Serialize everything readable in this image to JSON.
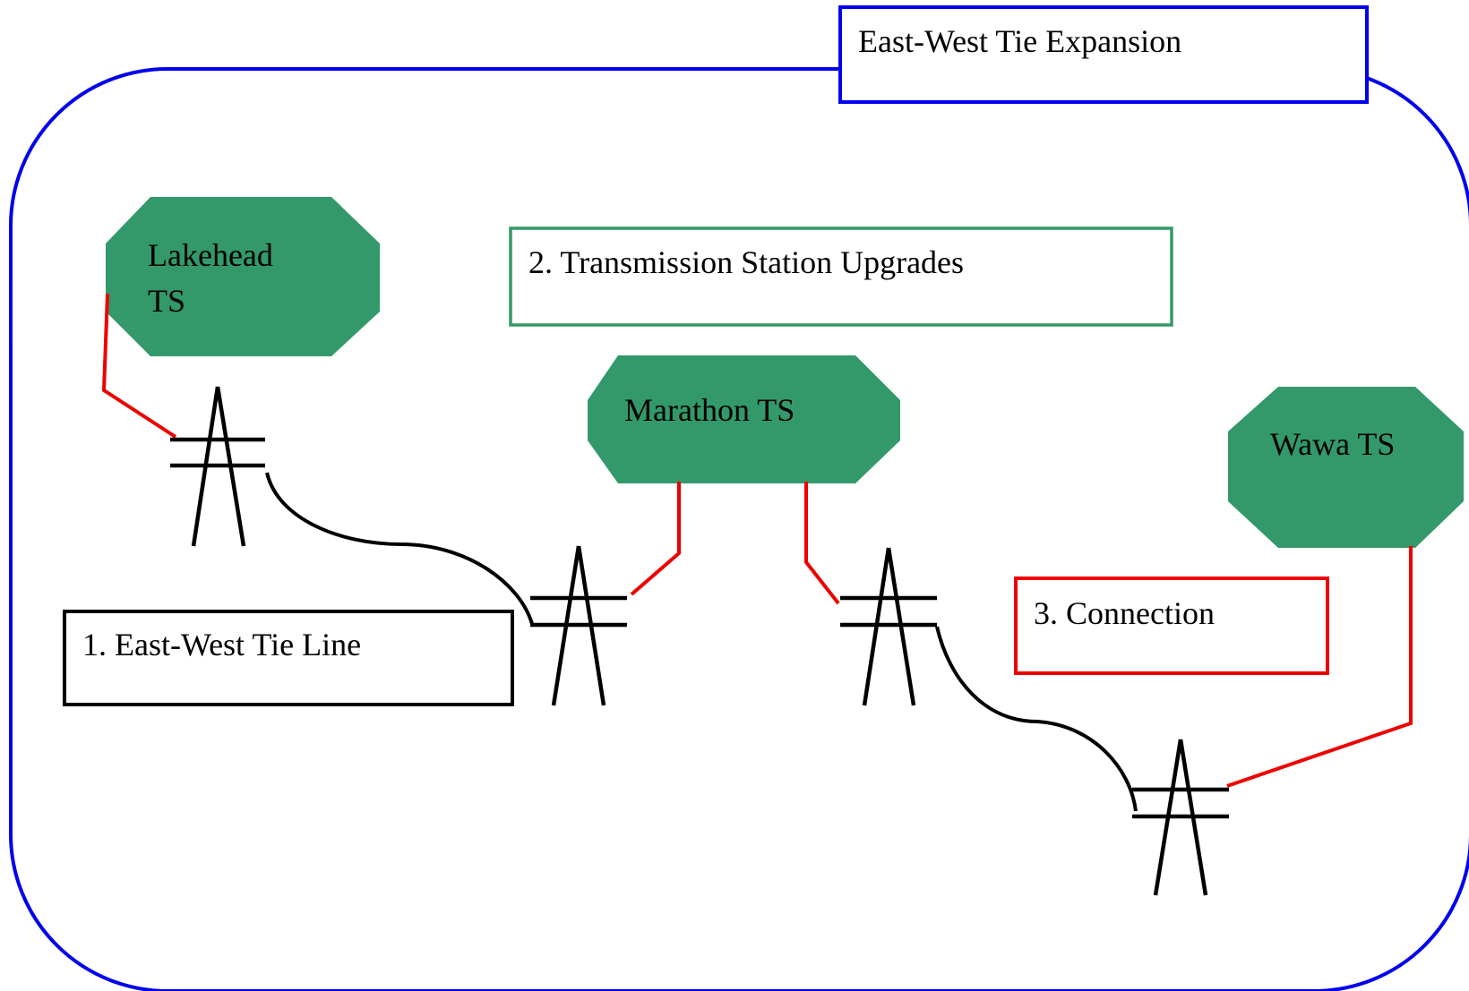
{
  "title": "East-West Tie Expansion",
  "labels": {
    "tie_line": "1. East-West Tie Line",
    "station_upgrades": "2. Transmission Station Upgrades",
    "connection": "3. Connection"
  },
  "stations": {
    "lakehead": {
      "line1": "Lakehead",
      "line2": "TS"
    },
    "marathon": {
      "line1": "Marathon TS"
    },
    "wawa": {
      "line1": "Wawa TS"
    }
  },
  "colors": {
    "frame": "#0000ee",
    "station_fill": "#33996a",
    "tie_line_box": "#000000",
    "upgrades_box": "#339966",
    "connection_box": "#ee0000",
    "connection_line": "#ee0000",
    "transmission_line": "#000000"
  }
}
